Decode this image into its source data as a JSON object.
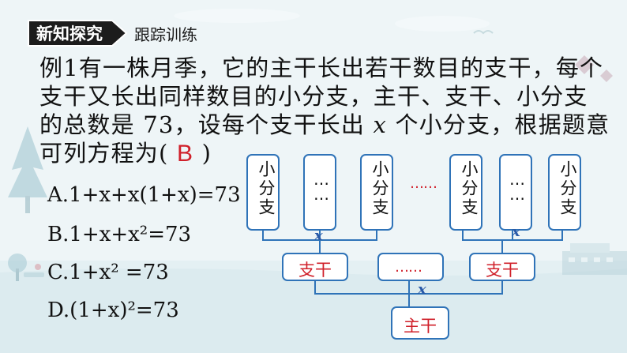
{
  "header": {
    "badge_label": "新知探究",
    "section_label": "跟踪训练"
  },
  "problem": {
    "line1": "例1有一株月季，它的主干长出若干数目的支干，每个",
    "line2": "支干又长出同样数目的小分支，主干、支干、小分支",
    "line3_before_var": "的总数是 73，设每个支干长出 ",
    "line3_var": "x",
    "line3_after_var": " 个小分支，根据题意",
    "line4_before": "可列方程为(  ",
    "answer": "B",
    "line4_after": "  )"
  },
  "options": {
    "a": "A.1+x+x(1+x)=73",
    "b": "B.1+x+x²=73",
    "c": "C.1+x² =73",
    "d": "D.(1+x)²=73"
  },
  "diagram": {
    "small_branch_label": "小分支",
    "vertical_ellipsis": "……",
    "horizontal_ellipsis": "……",
    "branch_label": "支干",
    "trunk_label": "主干",
    "variable": "x",
    "colors": {
      "box_border": "#2f73b8",
      "connector": "#2f73b8",
      "label_red": "#d0202a",
      "variable_blue": "#2a5aa8"
    }
  }
}
